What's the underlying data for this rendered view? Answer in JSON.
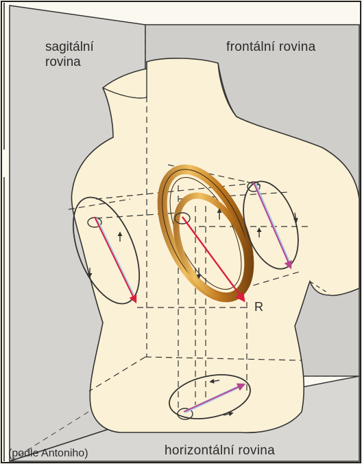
{
  "labels": {
    "sagittal_plane": "sagitální\nrovina",
    "frontal_plane": "frontální rovina",
    "horizontal_plane": "horizontální rovina",
    "credit": "(podle Antoniho)",
    "r_point": "R"
  },
  "colors": {
    "torso_fill": "#fbf1d6",
    "plane_gray": "#cfcfcf",
    "ring_gold": "#d19a3a",
    "vector_red": "#d91f3c",
    "vector_magenta": "#b8458f"
  }
}
